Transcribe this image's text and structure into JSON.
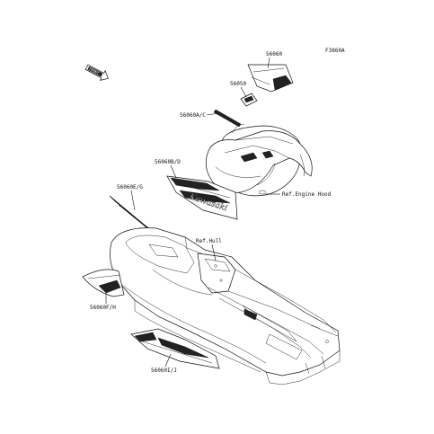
{
  "diagram": {
    "code": "F3860A",
    "front_badge": "FRONT",
    "logo_text": "Kawasaki",
    "labels": {
      "p56060": "56060",
      "p56050": "56050",
      "p56060AC": "56060A/C",
      "p56060BD": "56060B/D",
      "p56060EG": "56060E/G",
      "p56060FH": "56060F/H",
      "p56060IJ": "56060I/J",
      "ref_hood": "Ref.Engine Hood",
      "ref_hull": "Ref.Hull"
    }
  }
}
